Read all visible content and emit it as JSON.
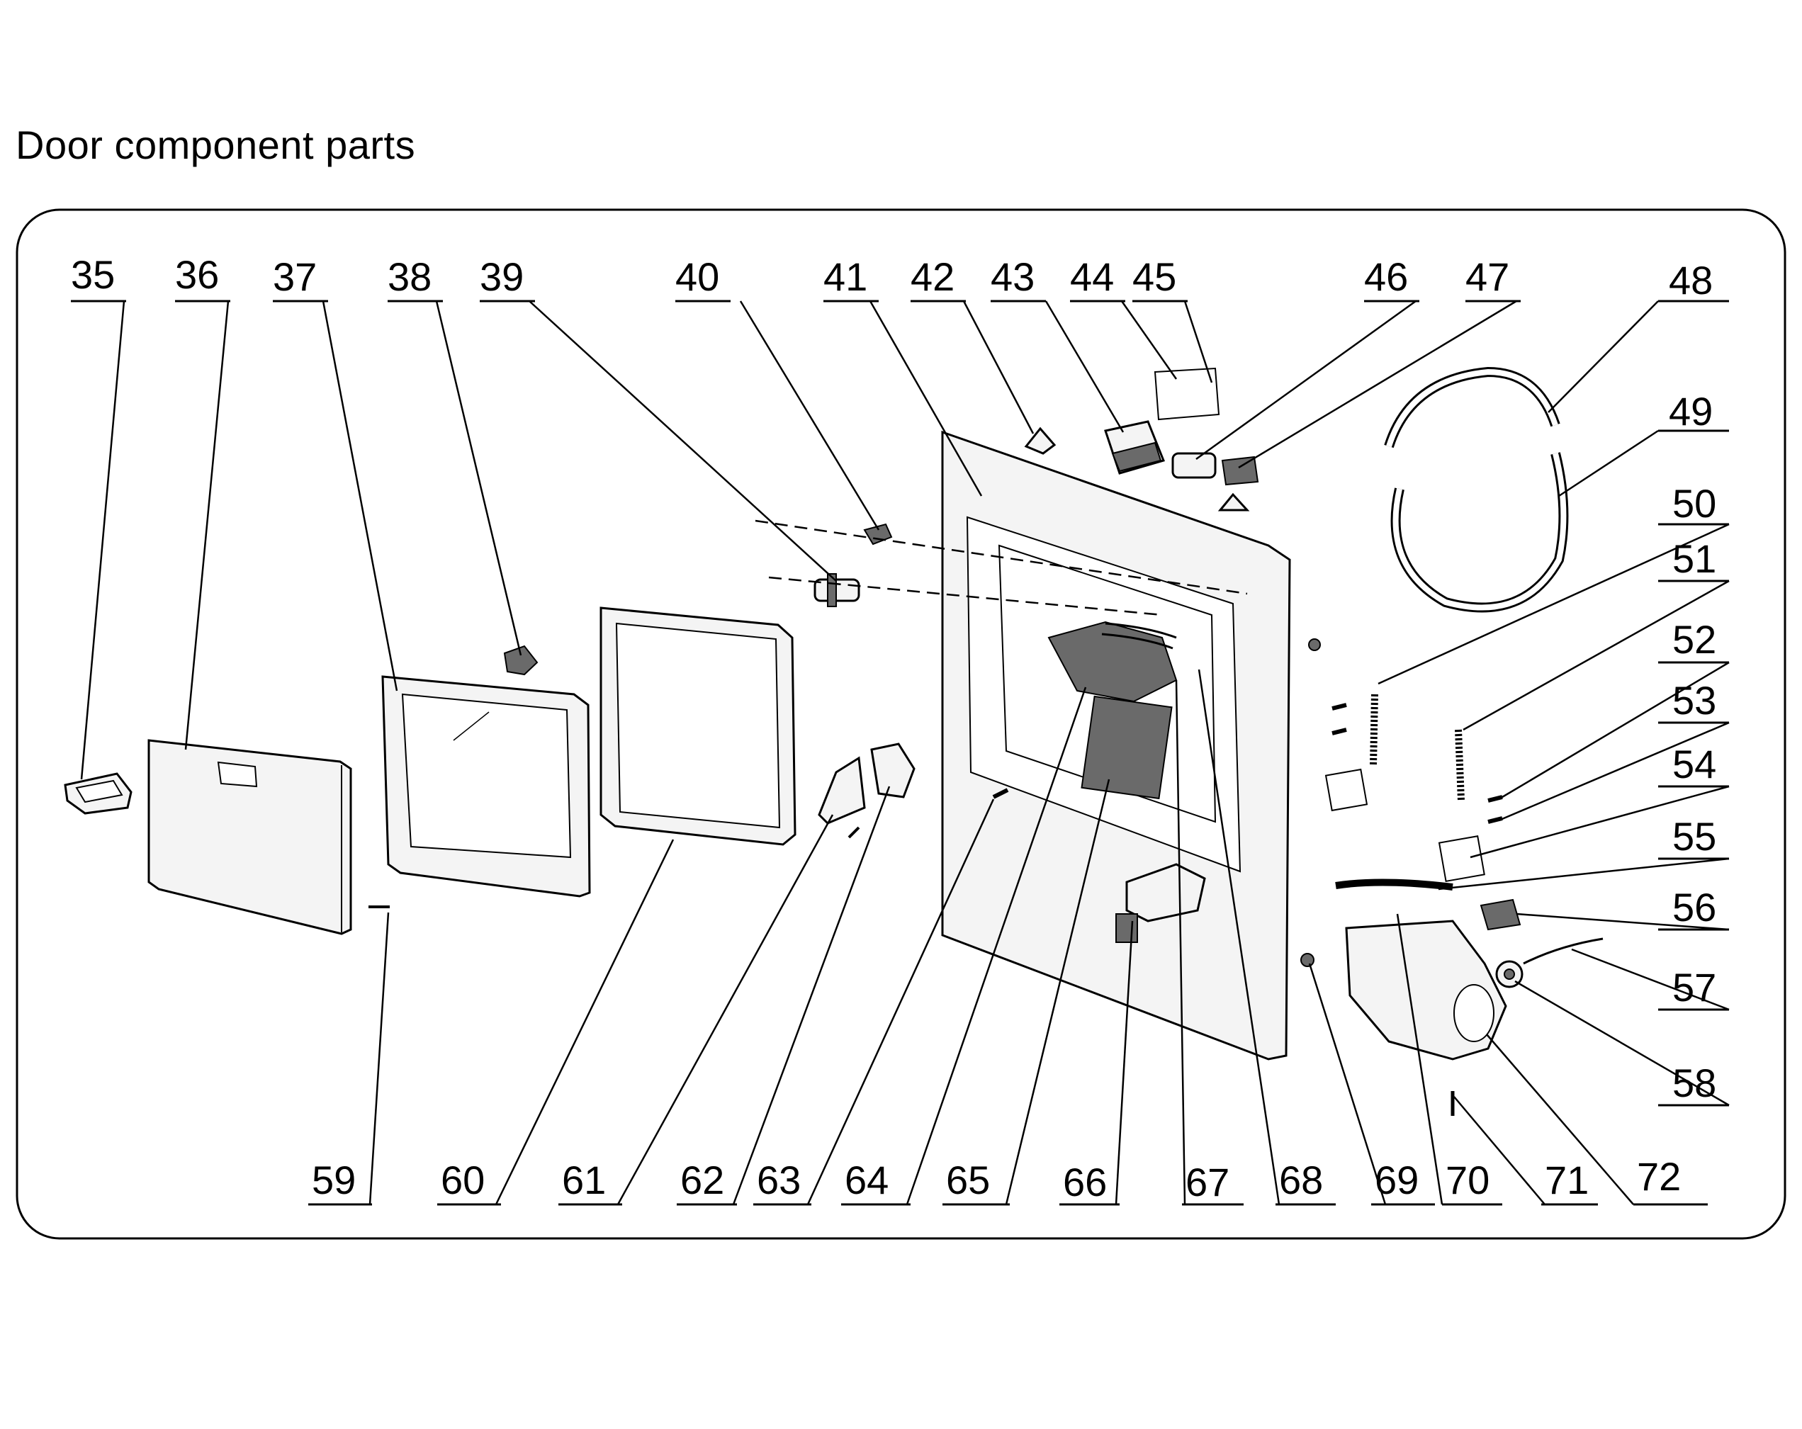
{
  "title": "Door component parts",
  "callouts": [
    {
      "id": "35",
      "label": "35"
    },
    {
      "id": "36",
      "label": "36"
    },
    {
      "id": "37",
      "label": "37"
    },
    {
      "id": "38",
      "label": "38"
    },
    {
      "id": "39",
      "label": "39"
    },
    {
      "id": "40",
      "label": "40"
    },
    {
      "id": "41",
      "label": "41"
    },
    {
      "id": "42",
      "label": "42"
    },
    {
      "id": "43",
      "label": "43"
    },
    {
      "id": "44",
      "label": "44"
    },
    {
      "id": "45",
      "label": "45"
    },
    {
      "id": "46",
      "label": "46"
    },
    {
      "id": "47",
      "label": "47"
    },
    {
      "id": "48",
      "label": "48"
    },
    {
      "id": "49",
      "label": "49"
    },
    {
      "id": "50",
      "label": "50"
    },
    {
      "id": "51",
      "label": "51"
    },
    {
      "id": "52",
      "label": "52"
    },
    {
      "id": "53",
      "label": "53"
    },
    {
      "id": "54",
      "label": "54"
    },
    {
      "id": "55",
      "label": "55"
    },
    {
      "id": "56",
      "label": "56"
    },
    {
      "id": "57",
      "label": "57"
    },
    {
      "id": "58",
      "label": "58"
    },
    {
      "id": "59",
      "label": "59"
    },
    {
      "id": "60",
      "label": "60"
    },
    {
      "id": "61",
      "label": "61"
    },
    {
      "id": "62",
      "label": "62"
    },
    {
      "id": "63",
      "label": "63"
    },
    {
      "id": "64",
      "label": "64"
    },
    {
      "id": "65",
      "label": "65"
    },
    {
      "id": "66",
      "label": "66"
    },
    {
      "id": "67",
      "label": "67"
    },
    {
      "id": "68",
      "label": "68"
    },
    {
      "id": "69",
      "label": "69"
    },
    {
      "id": "70",
      "label": "70"
    },
    {
      "id": "71",
      "label": "71"
    },
    {
      "id": "72",
      "label": "72"
    }
  ]
}
